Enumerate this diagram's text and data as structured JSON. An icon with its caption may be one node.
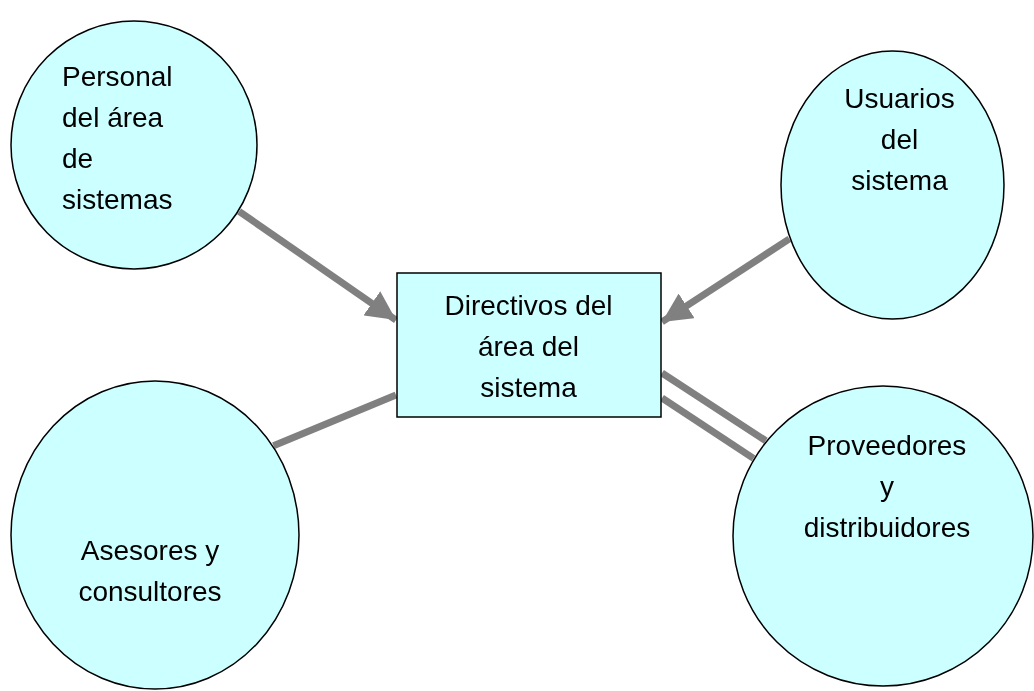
{
  "diagram": {
    "nodes": [
      {
        "text": [
          "Personal del área de sistemas"
        ]
      },
      {
        "text": [
          "Usuarios del sistema"
        ]
      },
      {
        "text": [
          "Directivos del área del sistema"
        ]
      },
      {
        "text": [
          "Asesores y consultores"
        ]
      },
      {
        "text": [
          "Proveedores y distribuidores"
        ]
      }
    ],
    "edges": [
      {
        "from": 0,
        "to": 2,
        "arrow": "to"
      },
      {
        "from": 1,
        "to": 2,
        "arrow": "to"
      },
      {
        "from": 3,
        "to": 2,
        "arrow": "none"
      },
      {
        "from": 2,
        "to": 4,
        "arrow": "none"
      },
      {
        "from": 2,
        "to": 4,
        "arrow": "none"
      }
    ]
  }
}
